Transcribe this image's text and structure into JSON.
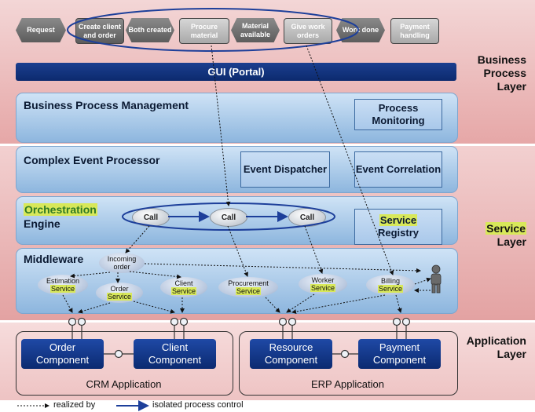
{
  "layers": {
    "business": [
      "Business",
      "Process",
      "Layer"
    ],
    "service": [
      "Service",
      "Layer"
    ],
    "application": [
      "Application",
      "Layer"
    ]
  },
  "process_steps": [
    "Request",
    "Create client and order",
    "Both created",
    "Procure material",
    "Material available",
    "Give work orders",
    "Work done",
    "Payment handling"
  ],
  "gui": "GUI (Portal)",
  "bpm": {
    "title": "Business Process Management",
    "monitoring": "Process Monitoring"
  },
  "cep": {
    "title": "Complex Event Processor",
    "dispatcher": "Event Dispatcher",
    "correlation": "Event Correlation"
  },
  "orchestration": {
    "title_1": "Orchestration",
    "title_2": "Engine",
    "calls": [
      "Call",
      "Call",
      "Call"
    ],
    "registry_1": "Service",
    "registry_2": "Registry"
  },
  "middleware": {
    "title": "Middleware",
    "incoming": [
      "Incoming",
      "order"
    ],
    "services": [
      {
        "name": "Estimation",
        "tag": "Service"
      },
      {
        "name": "Order",
        "tag": "Service"
      },
      {
        "name": "Client",
        "tag": "Service"
      },
      {
        "name": "Procurement",
        "tag": "Service"
      },
      {
        "name": "Worker",
        "tag": "Service"
      },
      {
        "name": "Billing",
        "tag": "Service"
      }
    ]
  },
  "components": {
    "order": [
      "Order",
      "Component"
    ],
    "client": [
      "Client",
      "Component"
    ],
    "resource": [
      "Resource",
      "Component"
    ],
    "payment": [
      "Payment",
      "Component"
    ]
  },
  "applications": {
    "crm": "CRM Application",
    "erp": "ERP Application"
  },
  "legend": {
    "realized": "realized by",
    "control": "isolated process control"
  },
  "colors": {
    "highlight": "#d8e85a",
    "component": "#0b2a70",
    "gui": "#0c2a6e"
  }
}
